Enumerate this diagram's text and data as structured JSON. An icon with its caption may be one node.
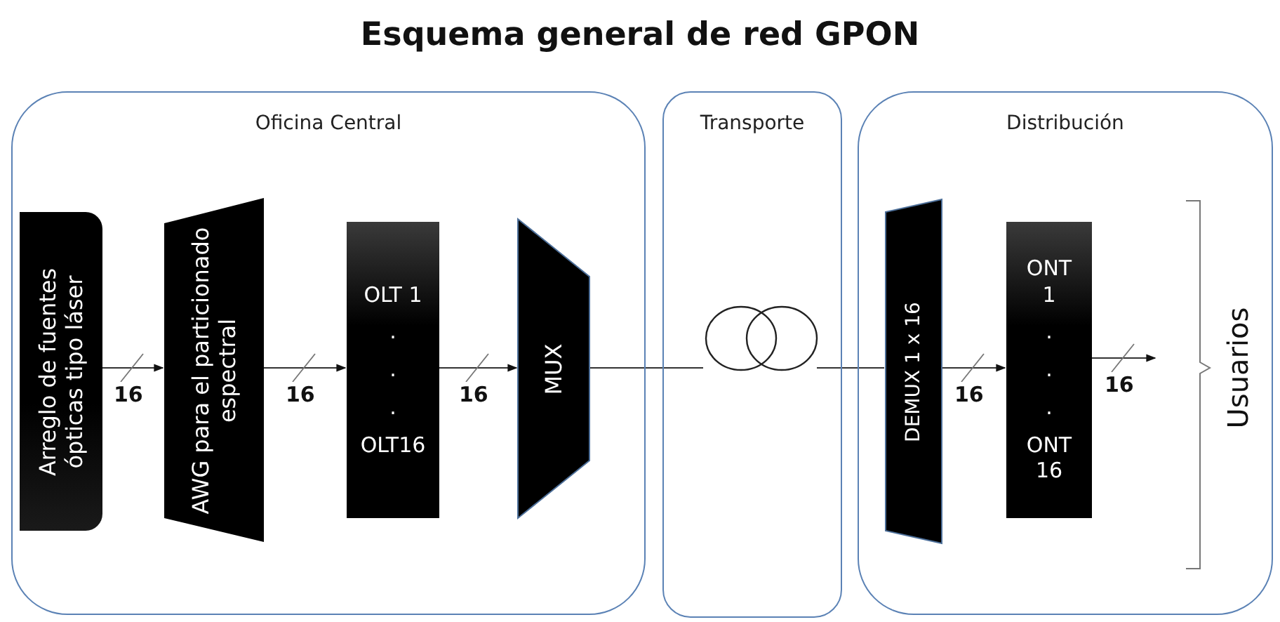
{
  "diagram": {
    "title": "Esquema general de red GPON",
    "nodes": [
      {
        "text": [
          "Oficina Central"
        ]
      },
      {
        "text": [
          "Arreglo de fuentes ópticas tipo láser"
        ],
        "in": 0
      },
      {
        "text": [
          "AWG para el particionado espectral"
        ],
        "in": 0
      },
      {
        "text": [
          "OLT 1",
          ".",
          ".",
          ".",
          "OLT16"
        ],
        "in": 0
      },
      {
        "text": [
          "MUX"
        ],
        "in": 0
      },
      {
        "text": [
          "Transporte"
        ]
      },
      {
        "text": [],
        "shape": "circle",
        "in": 5
      },
      {
        "text": [
          "Distribución"
        ]
      },
      {
        "text": [
          "DEMUX 1 x 16"
        ],
        "in": 7
      },
      {
        "text": [
          "ONT 1",
          ".",
          ".",
          ".",
          "ONT 16"
        ],
        "in": 7
      }
    ],
    "edges": [
      {
        "from": 1,
        "to": 2,
        "arrow": "to",
        "label": "16"
      },
      {
        "from": 2,
        "to": 3,
        "arrow": "to",
        "label": "16"
      },
      {
        "from": 3,
        "to": 4,
        "arrow": "to",
        "label": "16"
      },
      {
        "from": 4,
        "to": 6,
        "arrow": "none"
      },
      {
        "from": 6,
        "to": 8,
        "arrow": "none"
      },
      {
        "from": 8,
        "to": 9,
        "arrow": "to",
        "label": "16"
      },
      {
        "from": 9,
        "to": null,
        "arrow": "to",
        "label": "16"
      }
    ],
    "labels": [
      "Usuarios"
    ]
  }
}
